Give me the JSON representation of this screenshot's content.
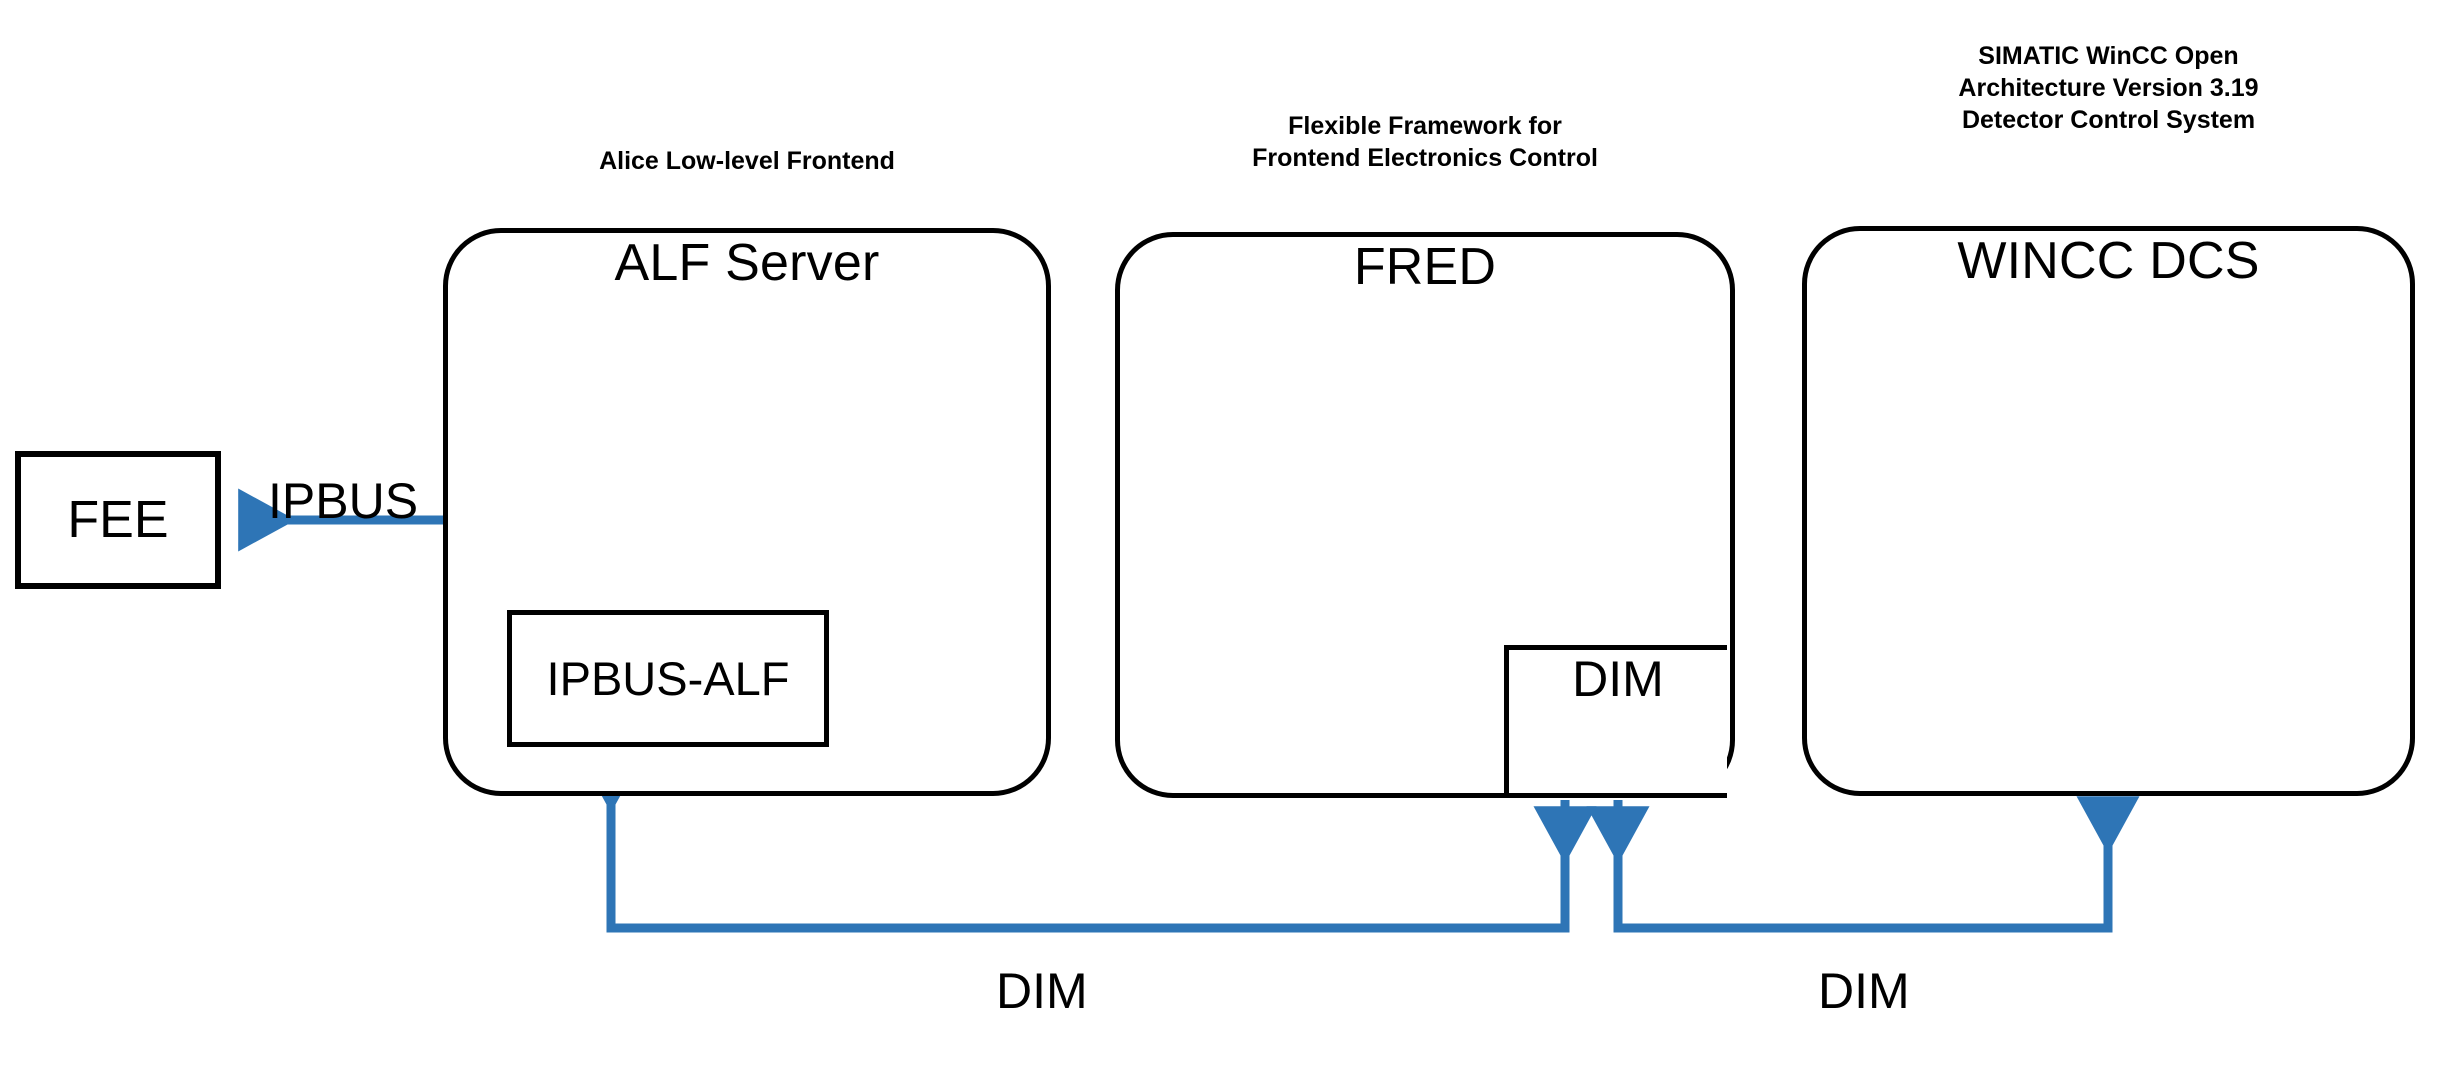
{
  "diagram": {
    "title": "ALICE FEE / ALF / FRED / WinCC DCS control chain",
    "accent_color": "#2e75b6",
    "line_color": "#000000",
    "background": "#ffffff"
  },
  "nodes": {
    "fee": {
      "label": "FEE",
      "shape": "rectangle"
    },
    "alf": {
      "label": "ALF Server",
      "caption": "Alice Low-level Frontend",
      "shape": "rounded-rectangle"
    },
    "ipbus_alf": {
      "label": "IPBUS-ALF",
      "shape": "rectangle"
    },
    "fred": {
      "label": "FRED",
      "caption_line1": "Flexible Framework for",
      "caption_line2": "Frontend Electronics Control",
      "caption": "Flexible Framework for Frontend Electronics Control",
      "shape": "rounded-rectangle"
    },
    "fred_dim": {
      "label": "DIM",
      "shape": "corner-rectangle"
    },
    "wincc": {
      "label": "WINCC DCS",
      "caption_line1": "SIMATIC WinCC Open",
      "caption_line2": "Architecture Version 3.19",
      "caption_line3": "Detector Control System",
      "caption": "SIMATIC WinCC Open Architecture Version 3.19 Detector Control System",
      "shape": "rounded-rectangle"
    }
  },
  "connections": {
    "ipbus": {
      "label": "IPBUS",
      "from": "IPBUS-ALF",
      "to": "FEE"
    },
    "dim_left": {
      "label": "DIM",
      "from": "FRED DIM",
      "to": "IPBUS-ALF"
    },
    "dim_right": {
      "label": "DIM",
      "from": "FRED DIM",
      "to": "WINCC DCS"
    }
  }
}
